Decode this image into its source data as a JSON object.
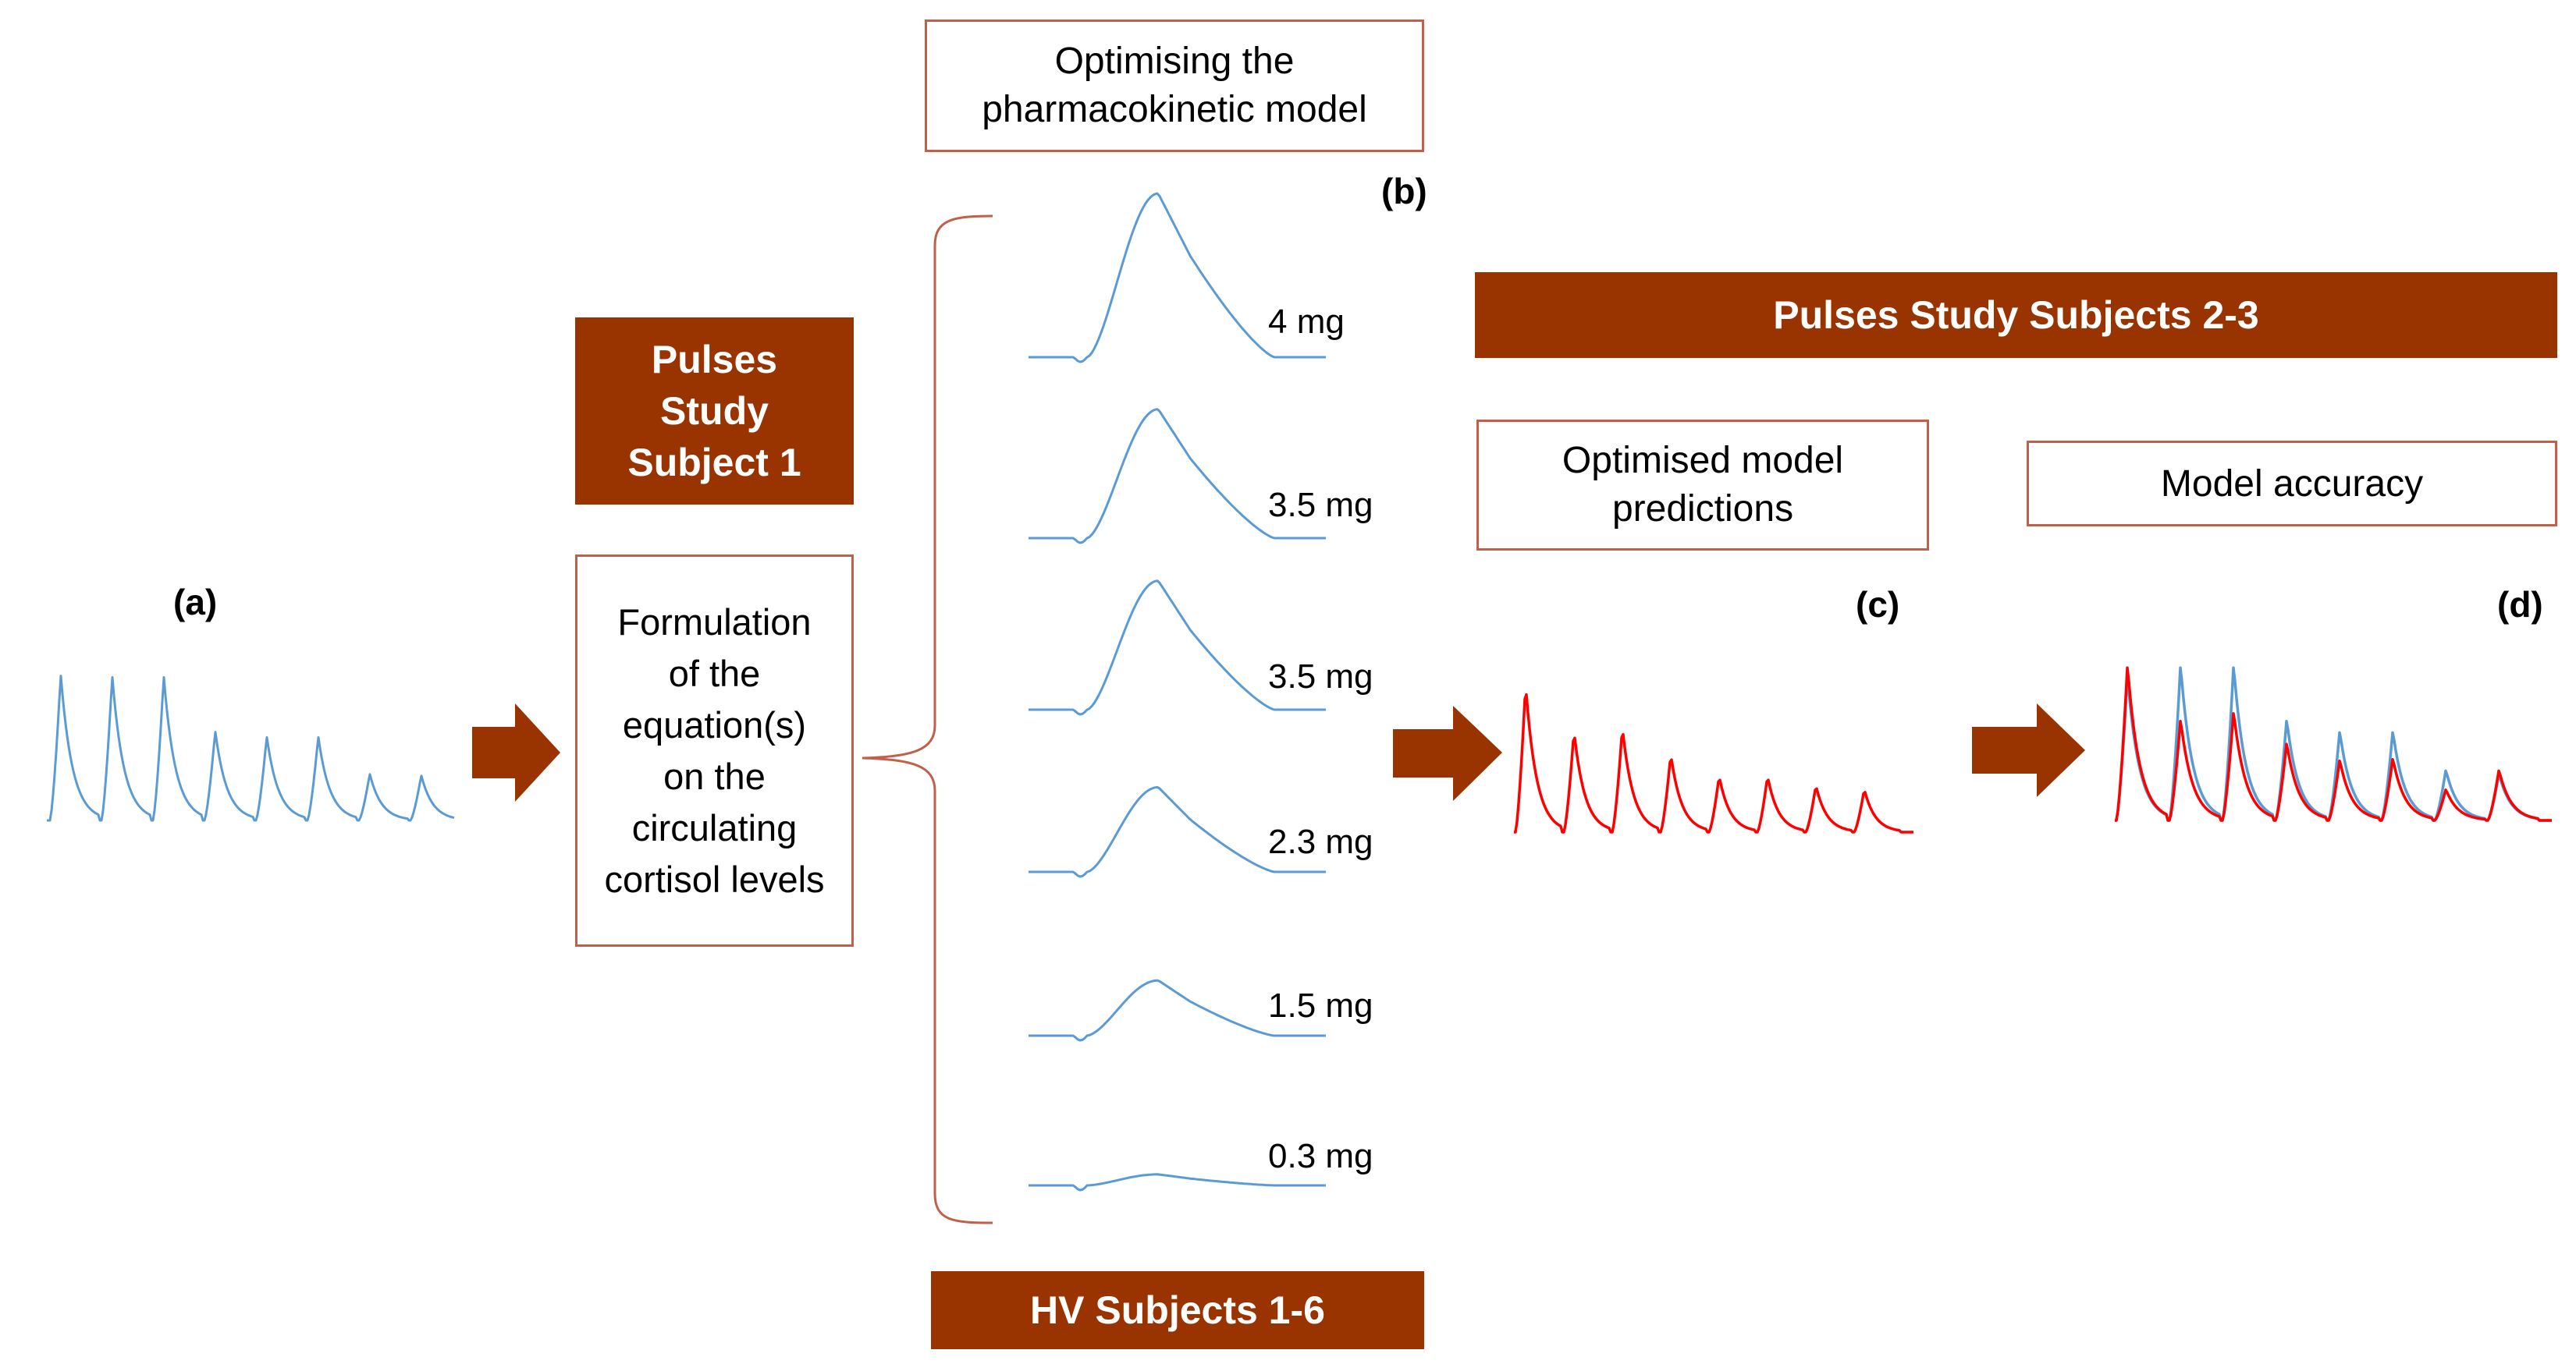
{
  "colors": {
    "brown": "#993300",
    "box_border": "#c0604a",
    "blue_trace": "#5b9bd5",
    "red_trace": "#ff0000"
  },
  "boxes": {
    "optimising_pk": "Optimising the pharmacokinetic model",
    "pulses_subject1": "Pulses Study Subject 1",
    "formulation": "Formulation of the equation(s) on the circulating cortisol levels",
    "pulses_subjects23": "Pulses Study Subjects 2-3",
    "optimised_predictions": "Optimised model predictions",
    "model_accuracy": "Model accuracy",
    "hv_subjects": "HV Subjects 1-6"
  },
  "panel_labels": {
    "a": "(a)",
    "b": "(b)",
    "c": "(c)",
    "d": "(d)"
  },
  "doses": [
    "4 mg",
    "3.5 mg",
    "3.5 mg",
    "2.3 mg",
    "1.5 mg",
    "0.3 mg"
  ],
  "dose_amplitudes": [
    4,
    3.5,
    3.5,
    2.3,
    1.5,
    0.3
  ],
  "icons": [
    "arrow-right-icon",
    "brace-icon"
  ]
}
